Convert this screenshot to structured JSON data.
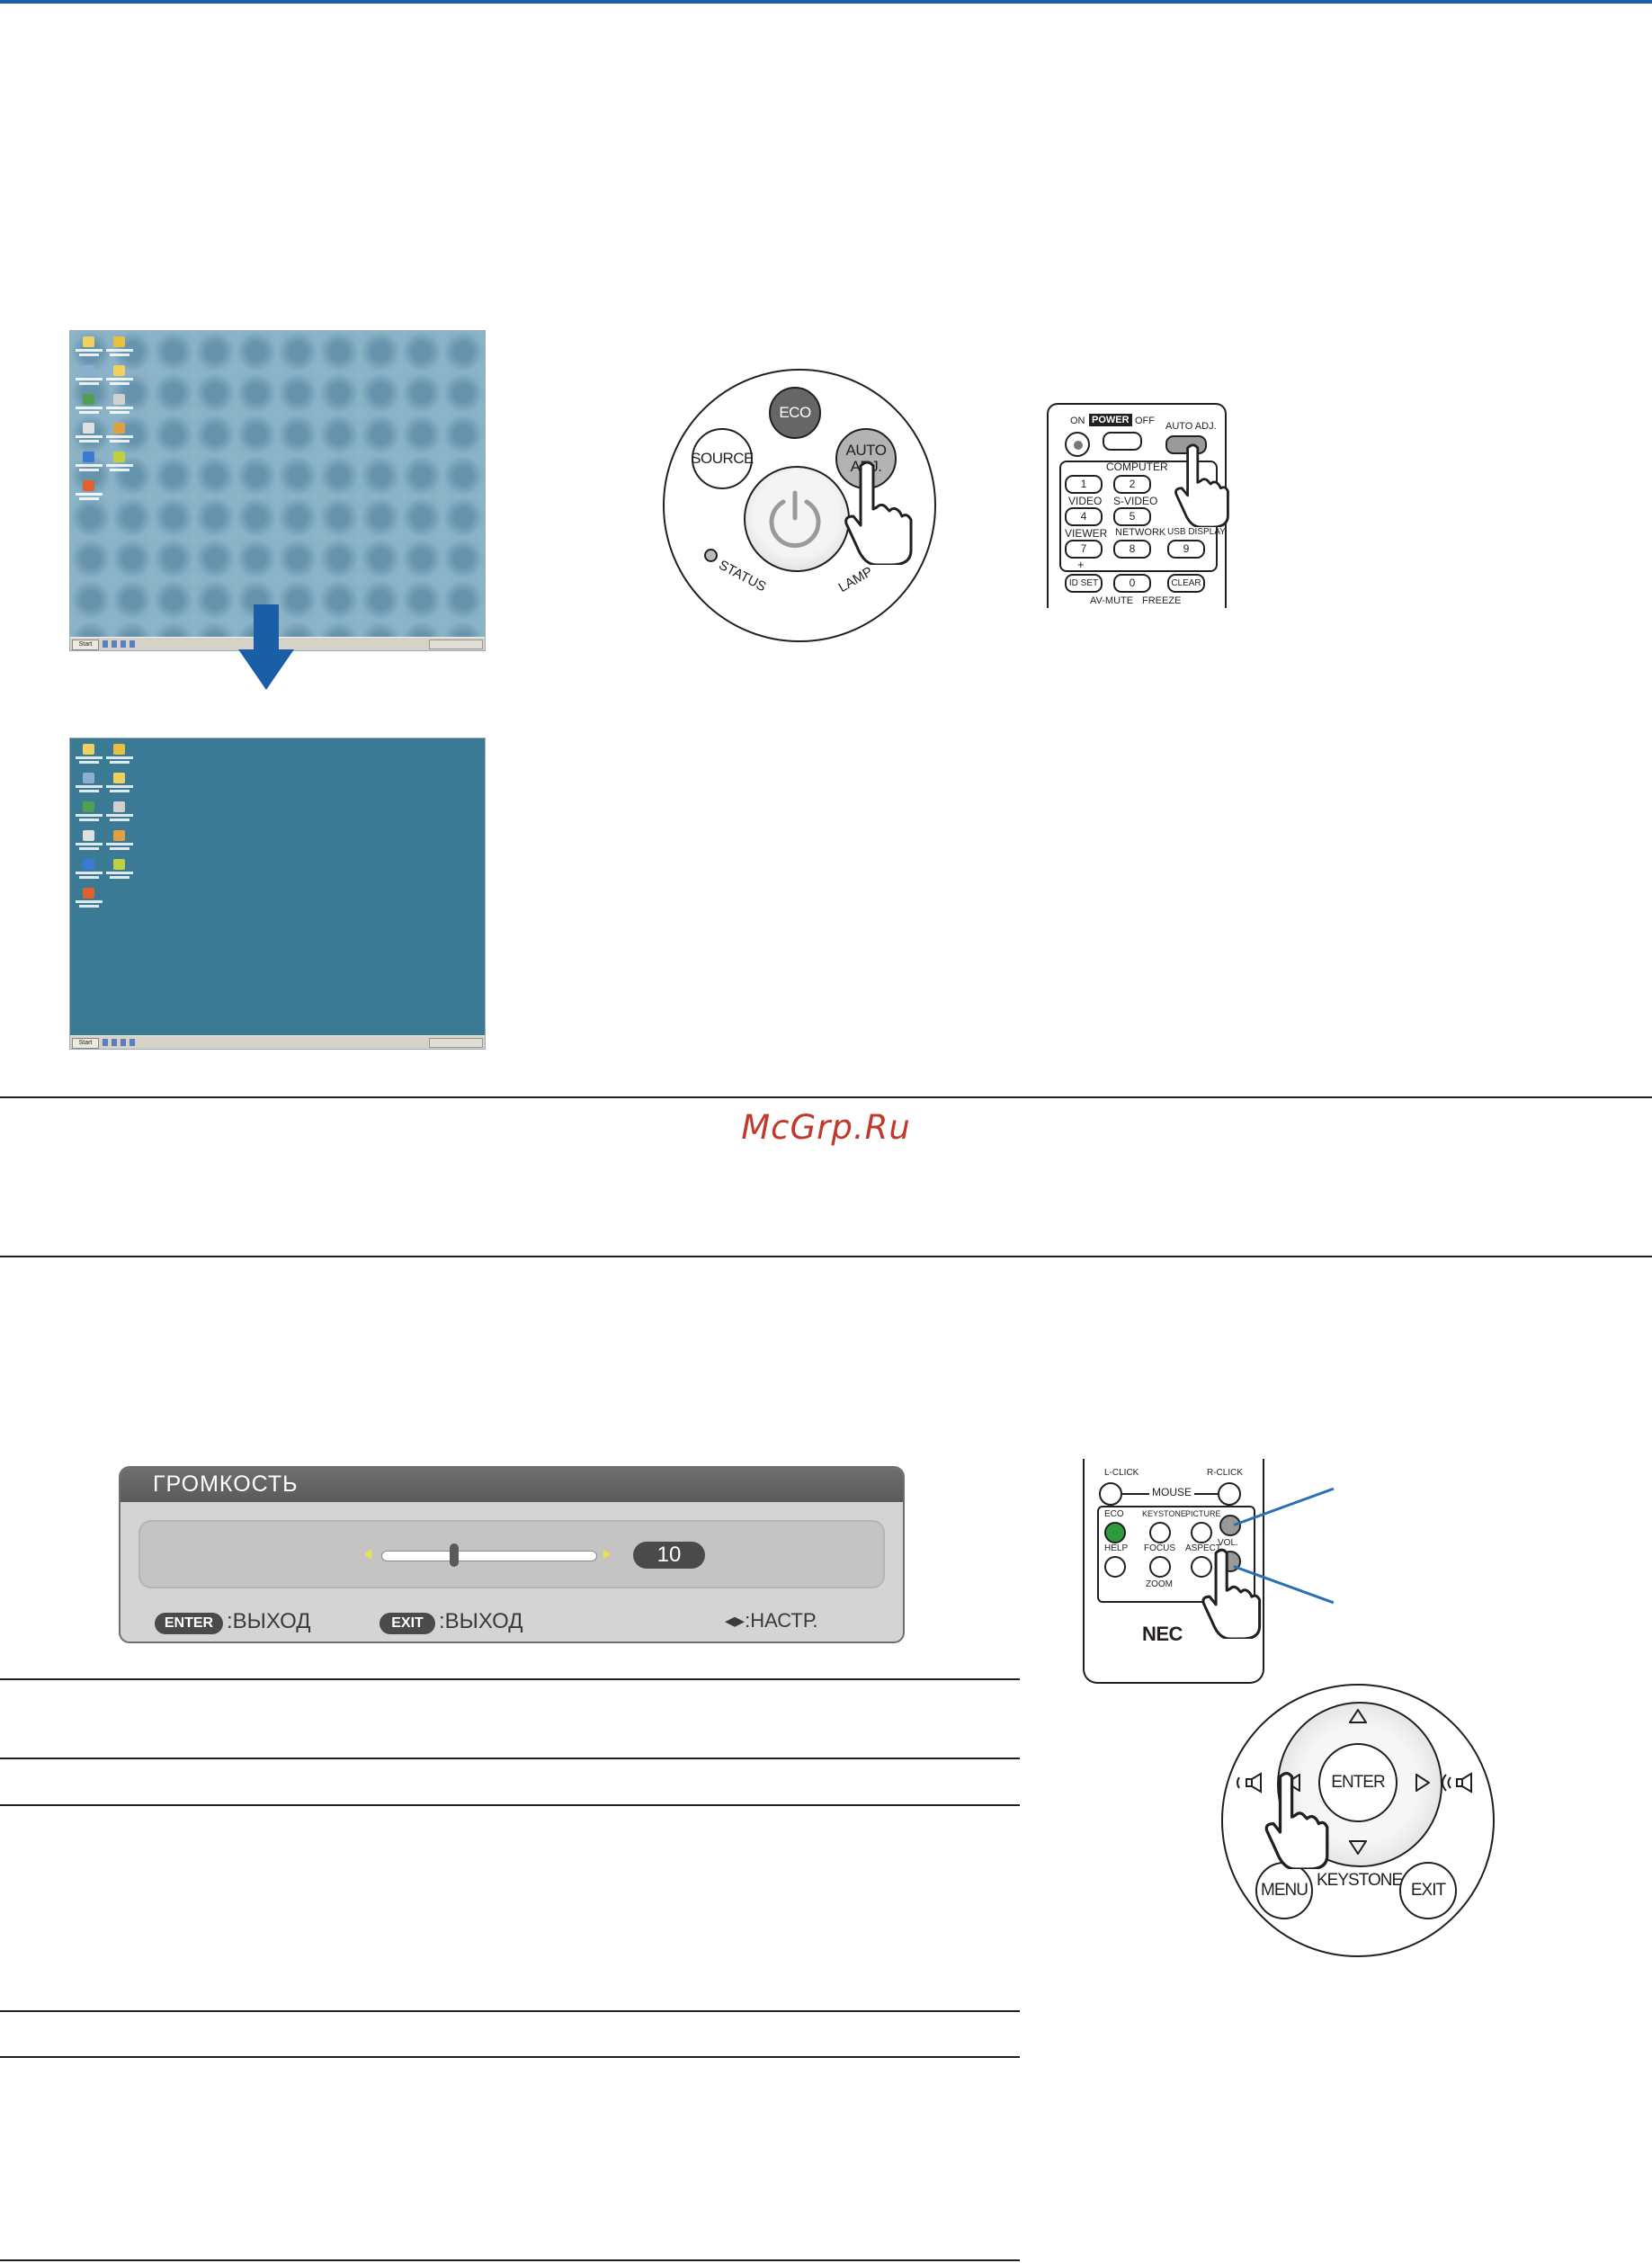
{
  "accent_color": "#1a5ea8",
  "projector_panel": {
    "buttons": {
      "eco": "ECO",
      "source": "SOURCE",
      "auto_line1": "AUTO",
      "auto_line2": "ADJ."
    },
    "labels": {
      "status": "STATUS",
      "lamp": "LAMP"
    },
    "icons": [
      "power-icon",
      "hand-pointer-icon"
    ]
  },
  "remote_top": {
    "labels": {
      "on": "ON",
      "power": "POWER",
      "off": "OFF",
      "auto_adj": "AUTO ADJ.",
      "computer": "COMPUTER",
      "video": "VIDEO",
      "s_video": "S-VIDEO",
      "viewer": "VIEWER",
      "network": "NETWORK",
      "usb_display": "USB DISPLAY",
      "plus": "+",
      "id_set": "ID SET",
      "clear": "CLEAR",
      "av_mute": "AV-MUTE",
      "freeze": "FREEZE"
    },
    "keys": [
      "1",
      "2",
      "4",
      "5",
      "7",
      "8",
      "9",
      "0"
    ]
  },
  "watermark": "McGrp.Ru",
  "osd": {
    "title": "ГРОМКОСТЬ",
    "value": "10",
    "level_fraction": 0.33,
    "footer": {
      "enter_key": "ENTER",
      "enter_action": ":ВЫХОД",
      "exit_key": "EXIT",
      "exit_action": ":ВЫХОД",
      "adjust_action": "◂▸:НАСТР."
    },
    "colors": {
      "header": "#5f5f5f",
      "body": "#d4d4d4",
      "arrows": "#e8e24a"
    }
  },
  "remote_bottom": {
    "labels": {
      "l_click": "L-CLICK",
      "mouse": "MOUSE",
      "r_click": "R-CLICK",
      "eco": "ECO",
      "keystone": "KEYSTONE",
      "picture": "PICTURE",
      "help": "HELP",
      "focus": "FOCUS",
      "aspect": "ASPECT",
      "zoom": "ZOOM",
      "vol": "VOL.",
      "brand": "NEC"
    },
    "eco_color": "#2e9b3f",
    "callout_color": "#2a6fb3"
  },
  "direction_pad": {
    "enter": "ENTER",
    "menu": "MENU",
    "keystone": "KEYSTONE",
    "exit": "EXIT",
    "icons": [
      "up-triangle-icon",
      "down-triangle-icon",
      "left-triangle-icon",
      "right-triangle-icon",
      "volume-down-icon",
      "volume-up-icon",
      "hand-pointer-icon"
    ]
  }
}
